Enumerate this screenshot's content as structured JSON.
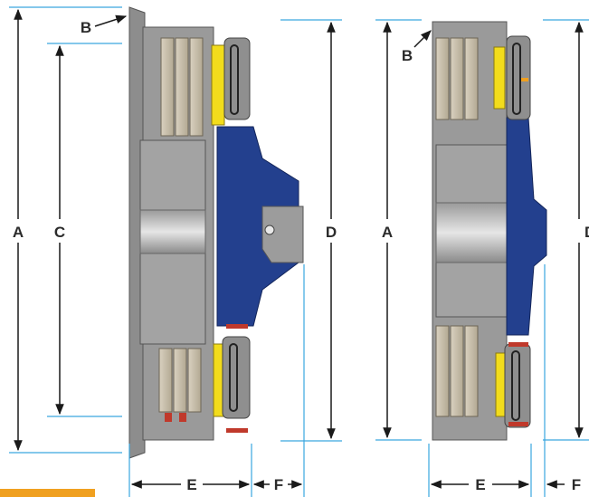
{
  "labels": {
    "A": "A",
    "B": "B",
    "C": "C",
    "D": "D",
    "E": "E",
    "F": "F"
  },
  "colors": {
    "dimension_line": "#3aa6df",
    "arrow": "#1a1a1a",
    "steel": "#8d8d8d",
    "steel_dark": "#5a5a5a",
    "steel_light": "#b5b5b5",
    "friction_pad": "#cfc6b4",
    "friction_pad_dark": "#a49a86",
    "yellow_plate": "#f2dc1c",
    "blue_housing": "#23408e",
    "spring_red": "#c0392b",
    "orange_accent": "#f0a020"
  }
}
